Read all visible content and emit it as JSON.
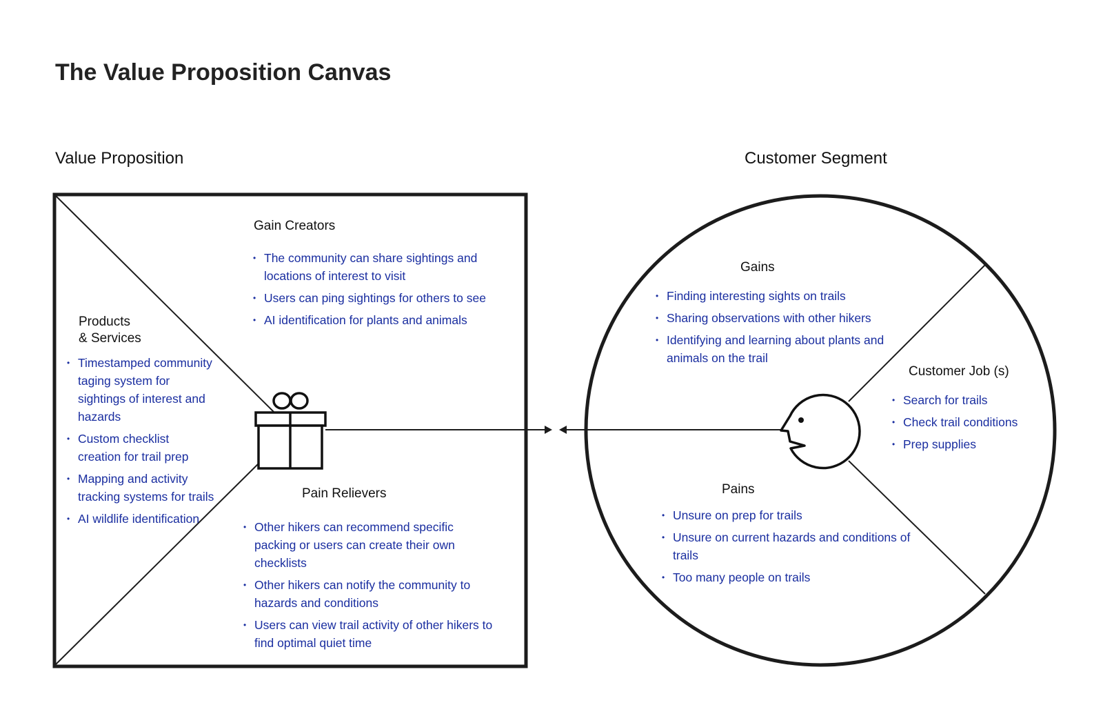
{
  "title": "The Value Proposition Canvas",
  "value_proposition": {
    "heading": "Value Proposition",
    "gain_creators": {
      "title": "Gain Creators",
      "items": [
        "The community can share sightings and locations of interest to visit",
        "Users can ping sightings for others to see",
        "AI identification for plants and animals"
      ]
    },
    "products_services": {
      "title_line1": "Products",
      "title_line2": "& Services",
      "items": [
        "Timestamped community taging system for sightings of interest and hazards",
        "Custom checklist creation for trail prep",
        "Mapping and activity tracking systems for trails",
        "AI wildlife identification"
      ]
    },
    "pain_relievers": {
      "title": "Pain Relievers",
      "items": [
        "Other hikers can recommend specific packing or users can create their own checklists",
        "Other hikers can notify the community to hazards and conditions",
        "Users can view trail activity of other hikers to find optimal quiet time"
      ]
    }
  },
  "customer_segment": {
    "heading": "Customer Segment",
    "gains": {
      "title": "Gains",
      "items": [
        "Finding interesting sights on trails",
        "Sharing observations with other hikers",
        "Identifying and learning about plants and animals on the trail"
      ]
    },
    "customer_jobs": {
      "title": "Customer Job (s)",
      "items": [
        "Search for trails",
        "Check trail conditions",
        "Prep supplies"
      ]
    },
    "pains": {
      "title": "Pains",
      "items": [
        "Unsure on prep for trails",
        "Unsure on current hazards and conditions of trails",
        "Too many people on trails"
      ]
    }
  },
  "colors": {
    "item_text": "#1a2ea0",
    "outline": "#1c1c1c"
  },
  "icons": {
    "product": "gift-icon",
    "customer": "face-icon"
  }
}
